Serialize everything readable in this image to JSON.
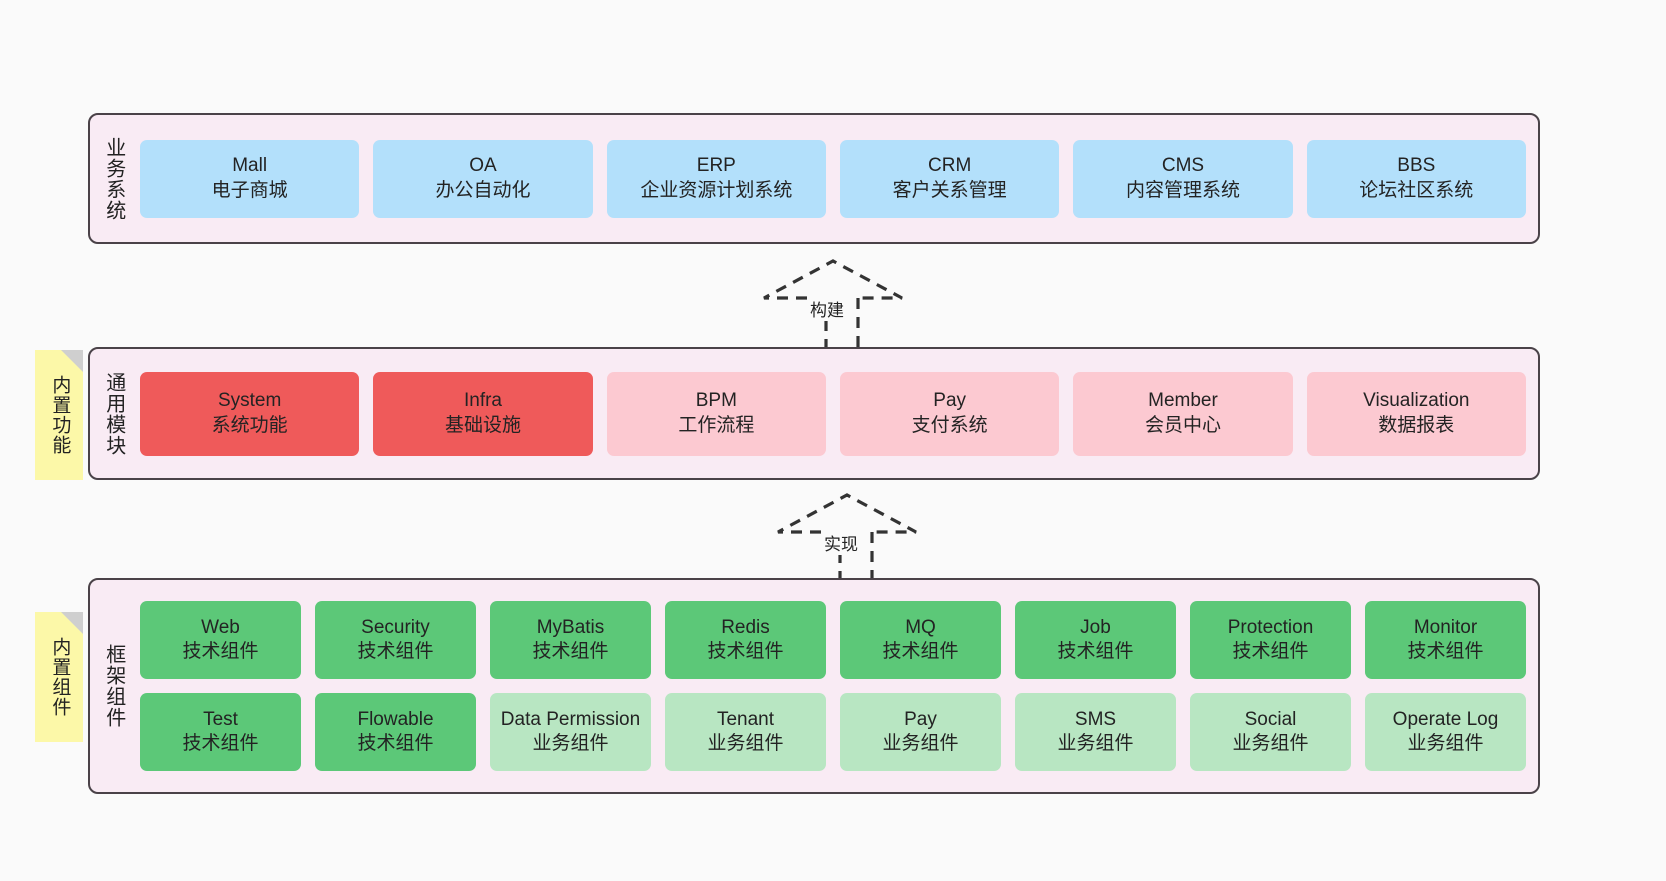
{
  "diagram": {
    "background": "#fafafa",
    "border_color": "#4a4248",
    "layer_fill": "#f9ebf4",
    "note_fill": "#fcf8a8"
  },
  "layers": [
    {
      "id": "business",
      "title": "业务系统",
      "color": "#b3e0fb",
      "nodes": [
        {
          "name": "Mall",
          "sub": "电子商城"
        },
        {
          "name": "OA",
          "sub": "办公自动化"
        },
        {
          "name": "ERP",
          "sub": "企业资源计划系统"
        },
        {
          "name": "CRM",
          "sub": "客户关系管理"
        },
        {
          "name": "CMS",
          "sub": "内容管理系统"
        },
        {
          "name": "BBS",
          "sub": "论坛社区系统"
        }
      ]
    },
    {
      "id": "modules",
      "title": "通用模块",
      "note": "内置功能",
      "colors": {
        "primary": "#ef5a5a",
        "secondary": "#fcc9d1"
      },
      "nodes": [
        {
          "name": "System",
          "sub": "系统功能",
          "style": "c-red"
        },
        {
          "name": "Infra",
          "sub": "基础设施",
          "style": "c-red"
        },
        {
          "name": "BPM",
          "sub": "工作流程",
          "style": "c-pink"
        },
        {
          "name": "Pay",
          "sub": "支付系统",
          "style": "c-pink"
        },
        {
          "name": "Member",
          "sub": "会员中心",
          "style": "c-pink"
        },
        {
          "name": "Visualization",
          "sub": "数据报表",
          "style": "c-pink"
        }
      ]
    },
    {
      "id": "framework",
      "title": "框架组件",
      "note": "内置组件",
      "colors": {
        "tech": "#5cc878",
        "business": "#b8e6c2"
      },
      "row_tech": [
        {
          "name": "Web",
          "sub": "技术组件"
        },
        {
          "name": "Security",
          "sub": "技术组件"
        },
        {
          "name": "MyBatis",
          "sub": "技术组件"
        },
        {
          "name": "Redis",
          "sub": "技术组件"
        },
        {
          "name": "MQ",
          "sub": "技术组件"
        },
        {
          "name": "Job",
          "sub": "技术组件"
        },
        {
          "name": "Protection",
          "sub": "技术组件"
        },
        {
          "name": "Monitor",
          "sub": "技术组件"
        }
      ],
      "row_business": [
        {
          "name": "Test",
          "sub": "技术组件",
          "style": "c-green"
        },
        {
          "name": "Flowable",
          "sub": "技术组件",
          "style": "c-green"
        },
        {
          "name": "Data Permission",
          "sub": "业务组件",
          "style": "c-lightgreen"
        },
        {
          "name": "Tenant",
          "sub": "业务组件",
          "style": "c-lightgreen"
        },
        {
          "name": "Pay",
          "sub": "业务组件",
          "style": "c-lightgreen"
        },
        {
          "name": "SMS",
          "sub": "业务组件",
          "style": "c-lightgreen"
        },
        {
          "name": "Social",
          "sub": "业务组件",
          "style": "c-lightgreen"
        },
        {
          "name": "Operate Log",
          "sub": "业务组件",
          "style": "c-lightgreen"
        }
      ]
    }
  ],
  "connectors": [
    {
      "id": "build",
      "label": "构建",
      "from": "modules",
      "to": "business"
    },
    {
      "id": "implement",
      "label": "实现",
      "from": "framework",
      "to": "modules"
    }
  ]
}
